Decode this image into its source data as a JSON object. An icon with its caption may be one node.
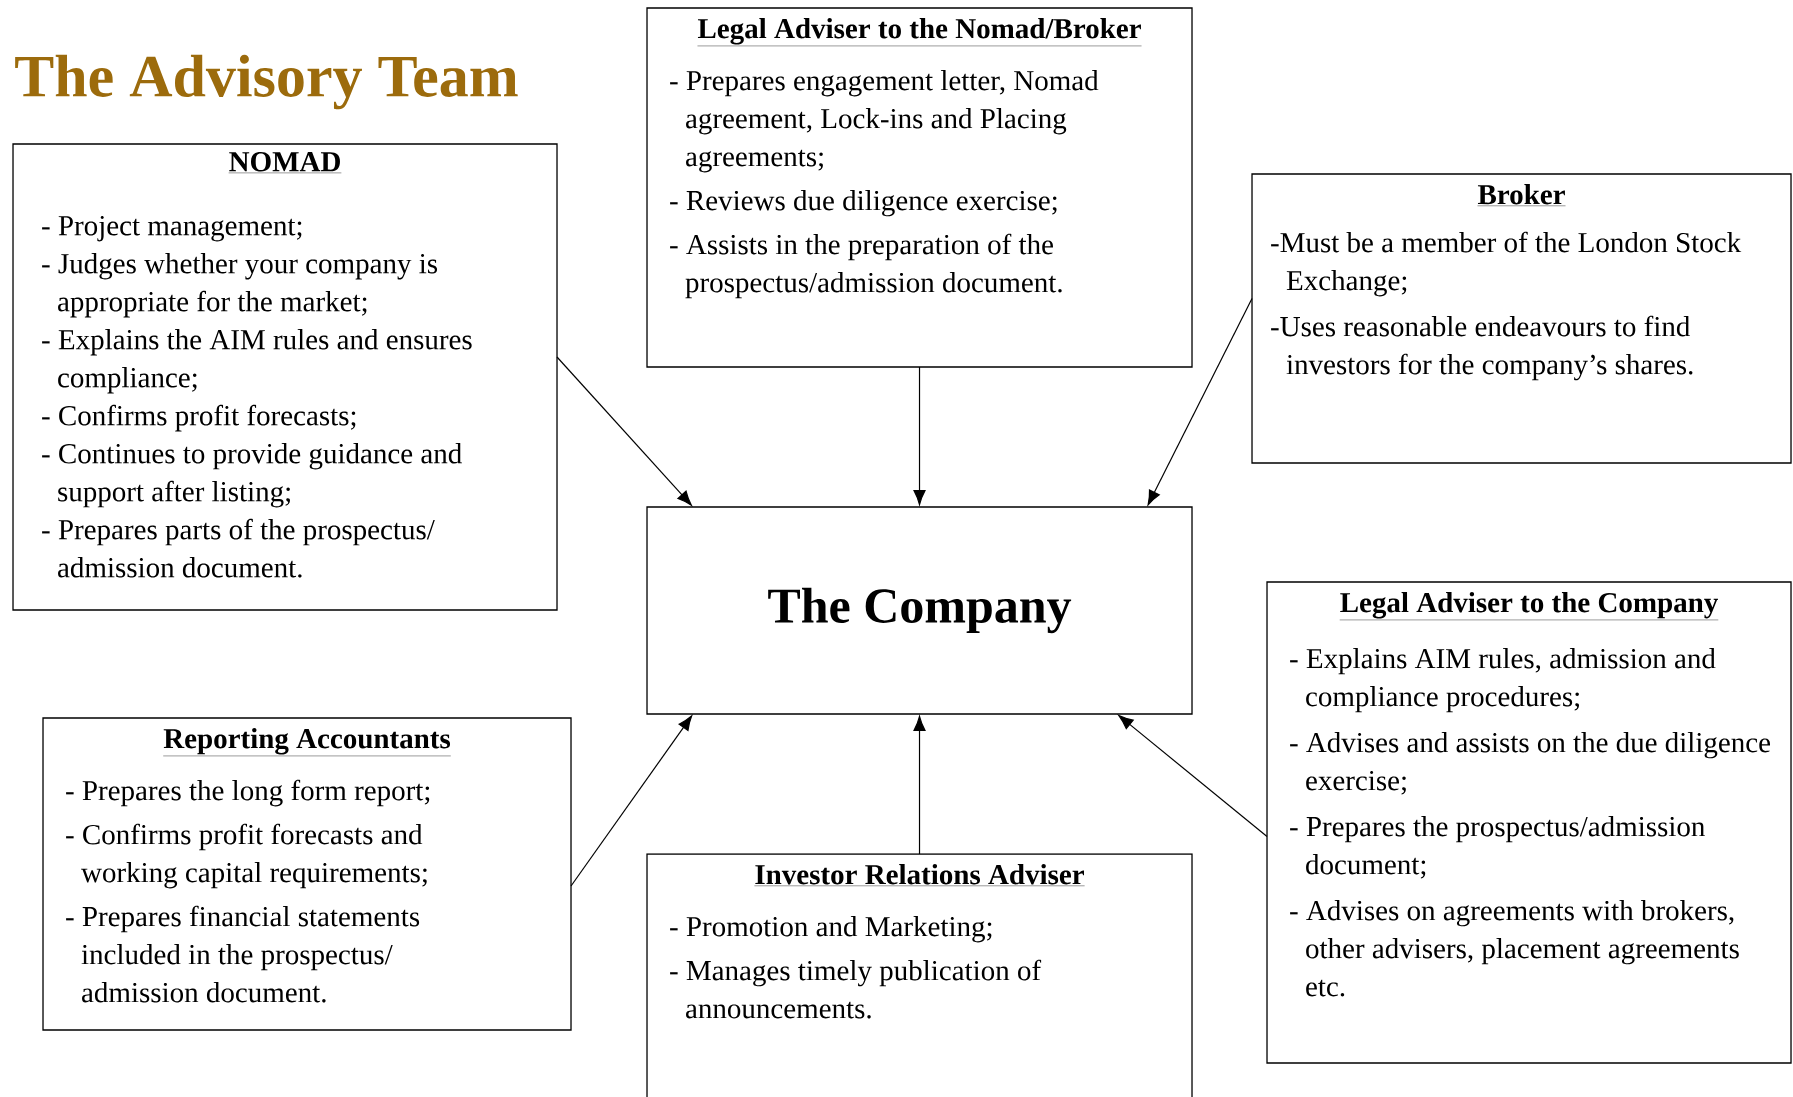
{
  "diagram": {
    "title": "The Advisory Team",
    "nodes": [
      {
        "text": [
          "NOMAD",
          "- Project management;",
          "- Judges whether your company is appropriate for the market;",
          "- Explains the AIM rules and ensures compliance;",
          "- Confirms profit forecasts;",
          "- Continues to provide guidance and support after listing;",
          "- Prepares parts of the prospectus/ admission document."
        ]
      },
      {
        "text": [
          "Legal Adviser to the Nomad/Broker",
          "- Prepares engagement letter, Nomad agreement, Lock-ins and Placing agreements;",
          "- Reviews due diligence exercise;",
          "- Assists in the preparation of the prospectus/admission document."
        ]
      },
      {
        "text": [
          "Broker",
          "-Must be a member of the London Stock Exchange;",
          "-Uses reasonable endeavours to find investors for the company’s shares."
        ]
      },
      {
        "text": [
          "The Company"
        ]
      },
      {
        "text": [
          "Reporting Accountants",
          "- Prepares the long form report;",
          "- Confirms profit forecasts and working capital requirements;",
          "- Prepares financial statements included in the prospectus/ admission document."
        ]
      },
      {
        "text": [
          "Investor Relations Adviser",
          "- Promotion and Marketing;",
          "- Manages timely publication of announcements."
        ]
      },
      {
        "text": [
          "Legal Adviser to the Company",
          "- Explains AIM rules, admission and compliance procedures;",
          "- Advises and assists on the due diligence exercise;",
          "- Prepares the prospectus/admission document;",
          "- Advises on agreements with brokers, other advisers, placement agreements etc."
        ]
      }
    ],
    "edges": [
      {
        "from": 0,
        "to": 3,
        "arrow": "to"
      },
      {
        "from": 1,
        "to": 3,
        "arrow": "to"
      },
      {
        "from": 2,
        "to": 3,
        "arrow": "to"
      },
      {
        "from": 4,
        "to": 3,
        "arrow": "to"
      },
      {
        "from": 5,
        "to": 3,
        "arrow": "to"
      },
      {
        "from": 6,
        "to": 3,
        "arrow": "to"
      }
    ]
  }
}
